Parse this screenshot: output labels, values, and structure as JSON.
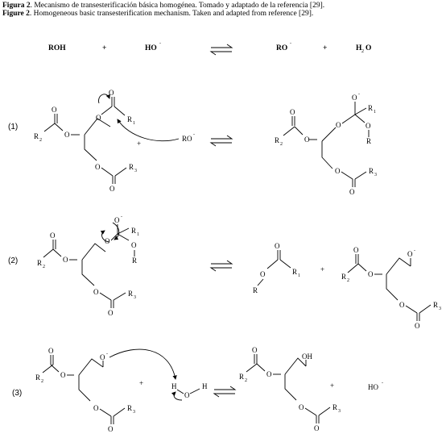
{
  "captions": {
    "es_label": "Figura 2",
    "es_text": ". Mecanismo de transesterificación básica homogénea. Tomado y adaptado de la referencia [29].",
    "en_label": "Figure 2",
    "en_text": ". Homogeneous basic transesterification mechanism. Taken and adapted from reference [29]."
  },
  "equilibrium": {
    "roh": "ROH",
    "plus": "+",
    "ho": "HO",
    "ro": "RO",
    "h2o_h": "H",
    "h2o_2": "2",
    "h2o_o": "O",
    "minus": "-"
  },
  "steps": [
    "(1)",
    "(2)",
    "(3)"
  ],
  "atoms": {
    "O": "O",
    "Om": "O",
    "R": "R",
    "R1": "R",
    "R2": "R",
    "R3": "R",
    "sub1": "1",
    "sub2": "2",
    "sub3": "3",
    "ro": "RO",
    "oh": "OH",
    "ho": "HO",
    "H": "H",
    "plus": "+",
    "minus": "-"
  }
}
